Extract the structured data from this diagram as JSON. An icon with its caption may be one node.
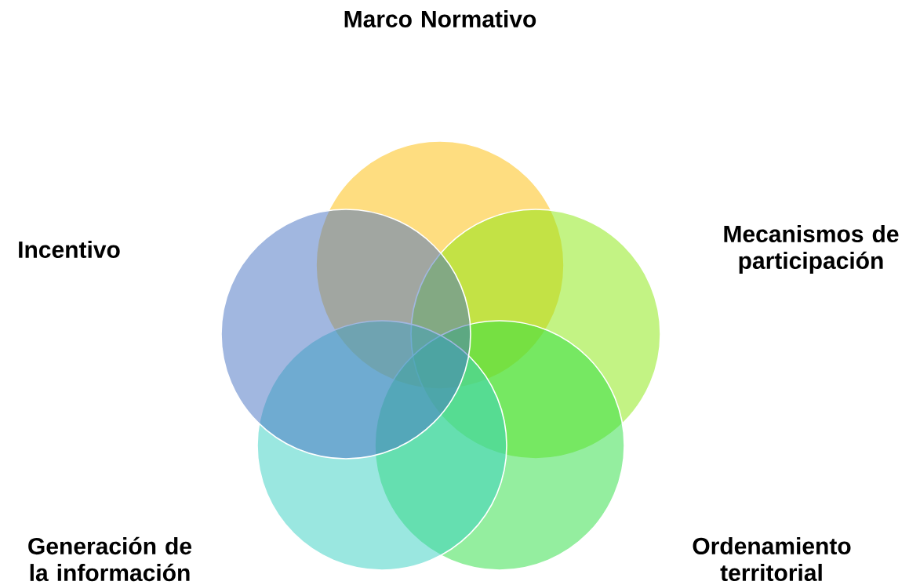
{
  "diagram": {
    "nodes": [
      {
        "text": [],
        "shape": "circle"
      },
      {
        "text": [],
        "shape": "circle"
      },
      {
        "text": [],
        "shape": "circle"
      },
      {
        "text": [],
        "shape": "circle"
      },
      {
        "text": [],
        "shape": "circle"
      }
    ],
    "labels": [
      "Marco Normativo",
      "Incentivo",
      "Mecanismos de participación",
      "Generación de la información",
      "Ordenamiento territorial"
    ]
  }
}
